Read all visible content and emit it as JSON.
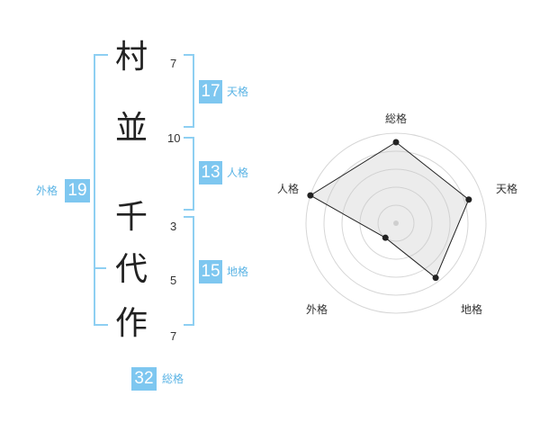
{
  "name": {
    "chars": [
      "村",
      "並",
      "千",
      "代",
      "作"
    ],
    "strokes": [
      "7",
      "10",
      "3",
      "5",
      "7"
    ]
  },
  "grades": {
    "tenkaku": {
      "value": "17",
      "label": "天格"
    },
    "jinkaku": {
      "value": "13",
      "label": "人格"
    },
    "chikaku": {
      "value": "15",
      "label": "地格"
    },
    "gaikaku": {
      "value": "19",
      "label": "外格"
    },
    "soukaku": {
      "value": "32",
      "label": "総格"
    }
  },
  "radar": {
    "axes": [
      "総格",
      "天格",
      "地格",
      "外格",
      "人格"
    ],
    "values": [
      0.9,
      0.85,
      0.75,
      0.2,
      1.0
    ],
    "levels": 5
  },
  "colors": {
    "accent": "#7ec7f0",
    "bracket": "#8ecff2"
  }
}
